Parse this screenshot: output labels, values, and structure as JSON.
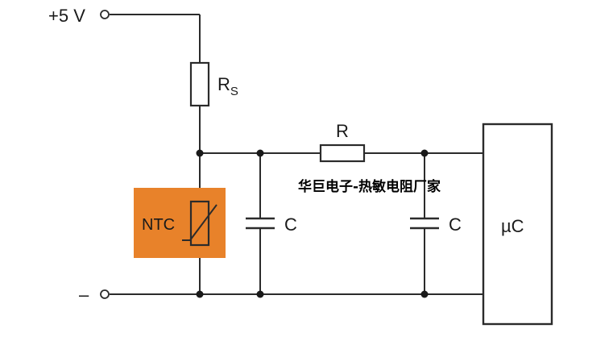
{
  "labels": {
    "supply": "+5 V",
    "ground": "–",
    "rs_main": "R",
    "rs_sub": "S",
    "r": "R",
    "ntc": "NTC",
    "c1": "C",
    "c2": "C",
    "mcu": "µC"
  },
  "watermark": "华巨电子-热敏电阻厂家",
  "colors": {
    "wire": "#2b2b2b",
    "ntc_fill": "#e8822a"
  }
}
